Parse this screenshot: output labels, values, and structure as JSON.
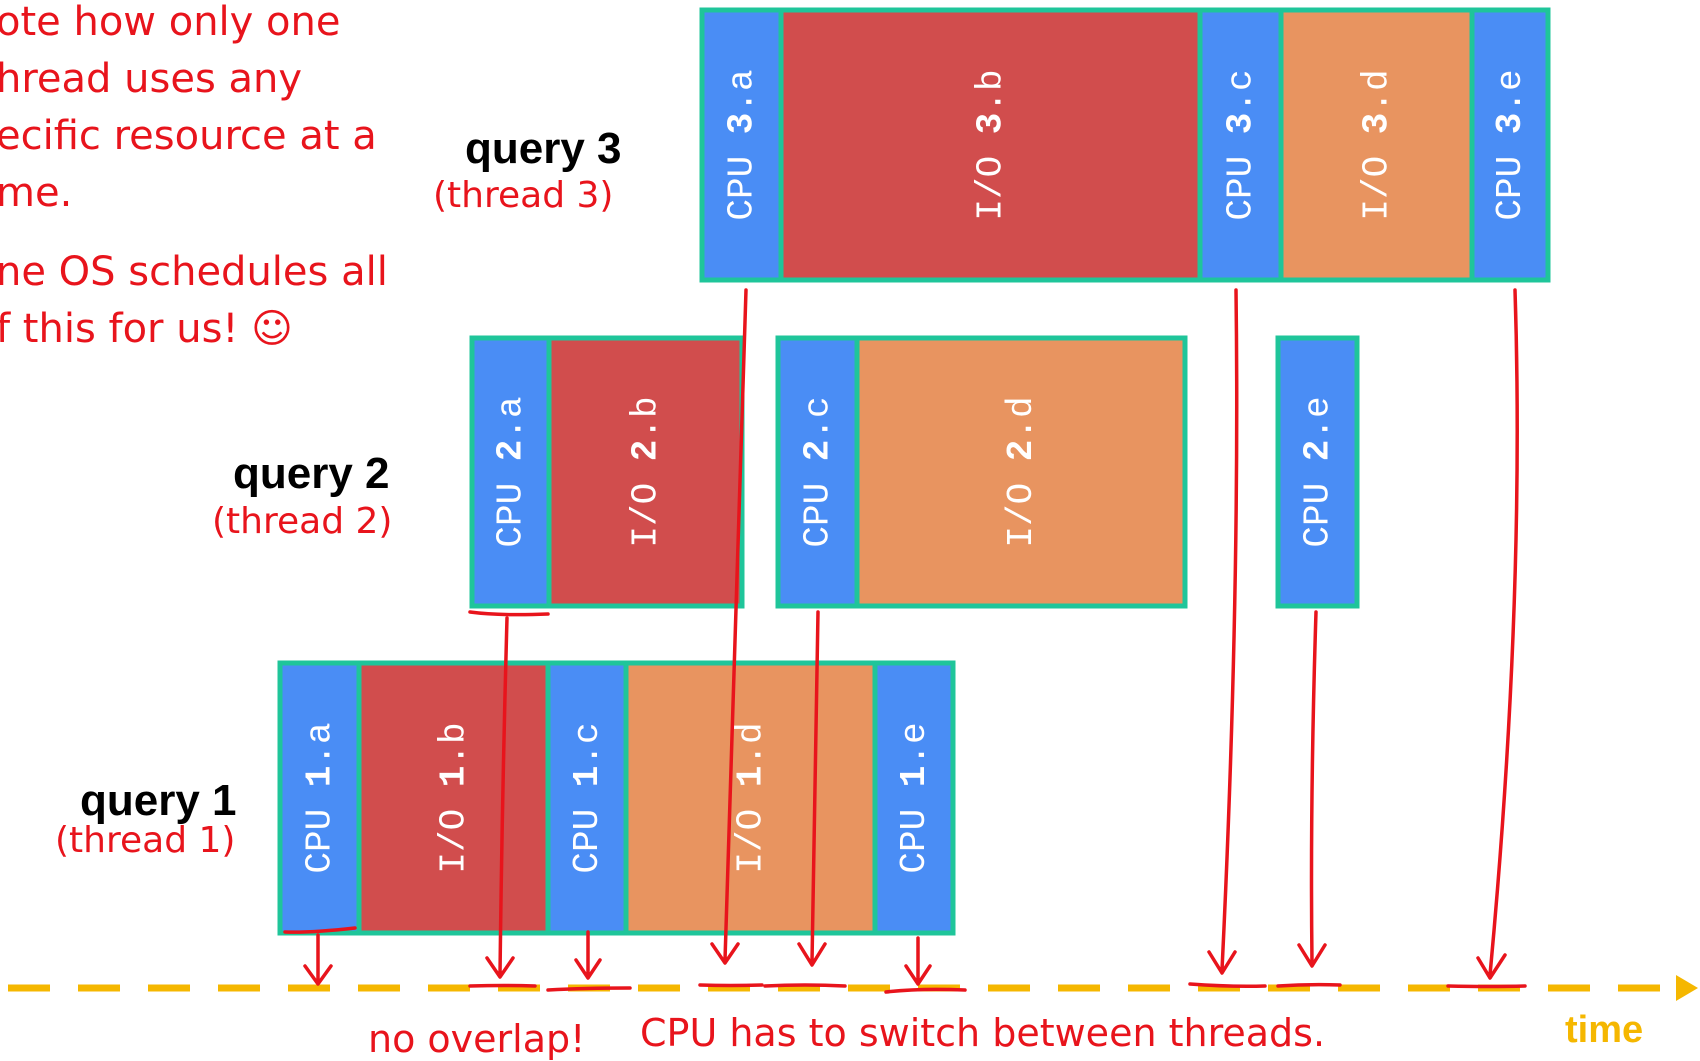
{
  "note": {
    "lines": [
      "ote how only one",
      "hread uses any",
      "ecific resource at a",
      "me.",
      "ne OS schedules all",
      "f this for us! ☺"
    ]
  },
  "colors": {
    "cpu": "#4a8df5",
    "io_red": "#d14d4d",
    "io_orange": "#e89460",
    "border": "#1fc59a",
    "hand": "#e8141c",
    "timeline": "#f5b700"
  },
  "queries": [
    {
      "label": "query 3",
      "thread": "(thread 3)",
      "segments": [
        {
          "kind": "CPU",
          "step": "3",
          "sub": ".a"
        },
        {
          "kind": "I/O",
          "step": "3",
          "sub": ".b"
        },
        {
          "kind": "CPU",
          "step": "3",
          "sub": ".c"
        },
        {
          "kind": "I/O",
          "step": "3",
          "sub": ".d"
        },
        {
          "kind": "CPU",
          "step": "3",
          "sub": ".e"
        }
      ]
    },
    {
      "label": "query 2",
      "thread": "(thread 2)",
      "segments": [
        {
          "kind": "CPU",
          "step": "2",
          "sub": ".a"
        },
        {
          "kind": "I/O",
          "step": "2",
          "sub": ".b"
        },
        {
          "kind": "CPU",
          "step": "2",
          "sub": ".c"
        },
        {
          "kind": "I/O",
          "step": "2",
          "sub": ".d"
        },
        {
          "kind": "CPU",
          "step": "2",
          "sub": ".e"
        }
      ]
    },
    {
      "label": "query 1",
      "thread": "(thread 1)",
      "segments": [
        {
          "kind": "CPU",
          "step": "1",
          "sub": ".a"
        },
        {
          "kind": "I/O",
          "step": "1",
          "sub": ".b"
        },
        {
          "kind": "CPU",
          "step": "1",
          "sub": ".c"
        },
        {
          "kind": "I/O",
          "step": "1",
          "sub": ".d"
        },
        {
          "kind": "CPU",
          "step": "1",
          "sub": ".e"
        }
      ]
    }
  ],
  "timeline": {
    "label": "time"
  },
  "annotations": {
    "no_overlap": "no overlap!",
    "switch": "CPU has to switch between threads."
  }
}
